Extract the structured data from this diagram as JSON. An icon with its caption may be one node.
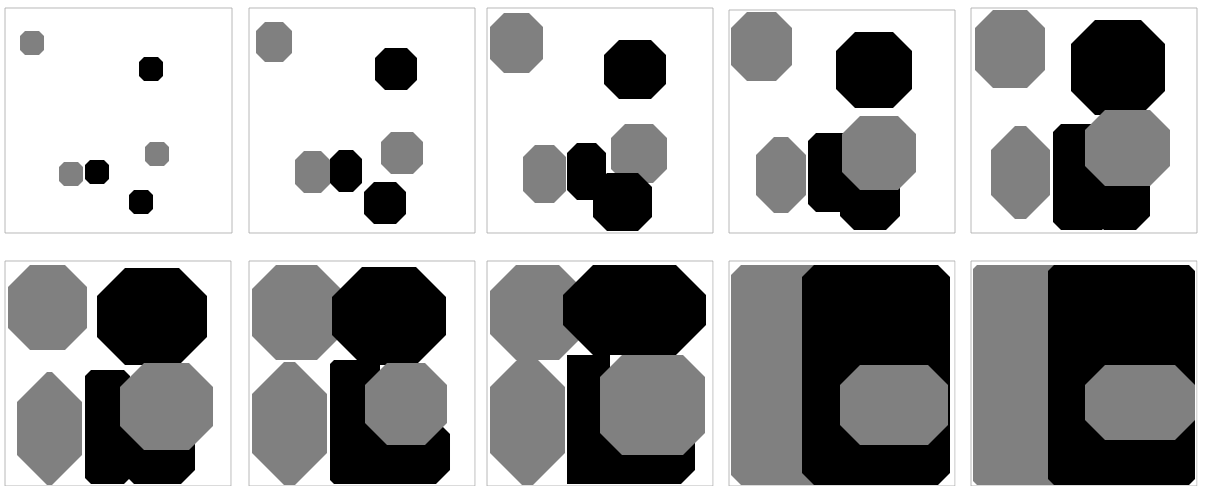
{
  "diagram": {
    "nodes": [
      {
        "text": [],
        "shape": "picture"
      },
      {
        "text": [],
        "shape": "picture"
      },
      {
        "text": [],
        "shape": "picture"
      },
      {
        "text": [],
        "shape": "picture"
      },
      {
        "text": [],
        "shape": "picture"
      },
      {
        "text": [],
        "shape": "picture"
      },
      {
        "text": [],
        "shape": "picture"
      },
      {
        "text": [],
        "shape": "picture"
      },
      {
        "text": [],
        "shape": "picture"
      },
      {
        "text": [],
        "shape": "picture"
      }
    ]
  }
}
